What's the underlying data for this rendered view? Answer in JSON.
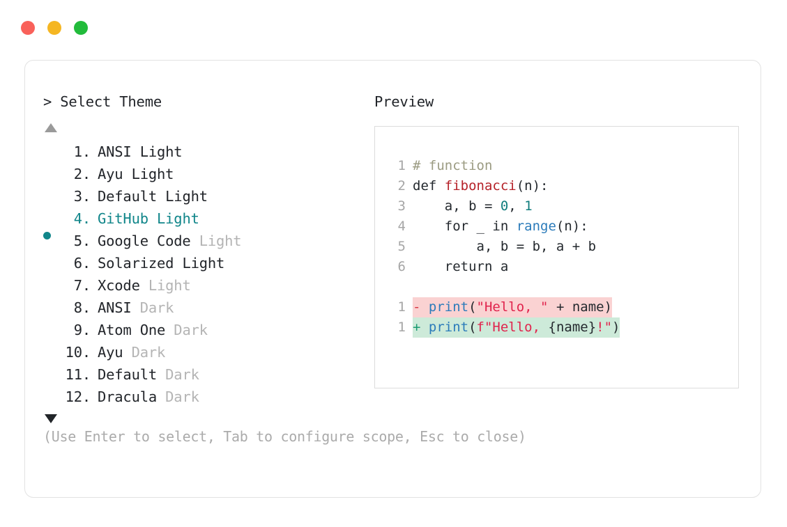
{
  "window": {
    "traffic_lights": [
      {
        "name": "close",
        "color": "#F9615A"
      },
      {
        "name": "minimize",
        "color": "#F5B622"
      },
      {
        "name": "maximize",
        "color": "#22BB3B"
      }
    ]
  },
  "left_panel": {
    "header": "> Select Theme",
    "scroll_up_icon": "triangle-up-icon",
    "scroll_down_icon": "triangle-down-icon",
    "selected_index": 4,
    "selected_color": "#11868A",
    "items": [
      {
        "num": "1.",
        "name": "ANSI",
        "variant": "Light",
        "variant_dim": false,
        "selected": false
      },
      {
        "num": "2.",
        "name": "Ayu",
        "variant": "Light",
        "variant_dim": false,
        "selected": false
      },
      {
        "num": "3.",
        "name": "Default",
        "variant": "Light",
        "variant_dim": false,
        "selected": false
      },
      {
        "num": "4.",
        "name": "GitHub",
        "variant": "Light",
        "variant_dim": false,
        "selected": true
      },
      {
        "num": "5.",
        "name": "Google Code",
        "variant": "Light",
        "variant_dim": true,
        "selected": false
      },
      {
        "num": "6.",
        "name": "Solarized",
        "variant": "Light",
        "variant_dim": false,
        "selected": false
      },
      {
        "num": "7.",
        "name": "Xcode",
        "variant": "Light",
        "variant_dim": true,
        "selected": false
      },
      {
        "num": "8.",
        "name": "ANSI",
        "variant": "Dark",
        "variant_dim": true,
        "selected": false
      },
      {
        "num": "9.",
        "name": "Atom One",
        "variant": "Dark",
        "variant_dim": true,
        "selected": false
      },
      {
        "num": "10.",
        "name": "Ayu",
        "variant": "Dark",
        "variant_dim": true,
        "selected": false
      },
      {
        "num": "11.",
        "name": "Default",
        "variant": "Dark",
        "variant_dim": true,
        "selected": false
      },
      {
        "num": "12.",
        "name": "Dracula",
        "variant": "Dark",
        "variant_dim": true,
        "selected": false
      }
    ]
  },
  "right_panel": {
    "header": "Preview",
    "code_lines": [
      {
        "ln": "1",
        "highlight": "none",
        "tokens": [
          {
            "t": "# function",
            "c": "t-comment"
          }
        ]
      },
      {
        "ln": "2",
        "highlight": "none",
        "tokens": [
          {
            "t": "def ",
            "c": "t-kw"
          },
          {
            "t": "fibonacci",
            "c": "t-fn"
          },
          {
            "t": "(n):",
            "c": "t-plain"
          }
        ]
      },
      {
        "ln": "3",
        "highlight": "none",
        "tokens": [
          {
            "t": "    a, b = ",
            "c": "t-plain"
          },
          {
            "t": "0",
            "c": "t-num"
          },
          {
            "t": ", ",
            "c": "t-plain"
          },
          {
            "t": "1",
            "c": "t-num"
          }
        ]
      },
      {
        "ln": "4",
        "highlight": "none",
        "tokens": [
          {
            "t": "    for _ in ",
            "c": "t-plain"
          },
          {
            "t": "range",
            "c": "t-builtin"
          },
          {
            "t": "(n):",
            "c": "t-plain"
          }
        ]
      },
      {
        "ln": "5",
        "highlight": "none",
        "tokens": [
          {
            "t": "        a, b = b, a + b",
            "c": "t-plain"
          }
        ]
      },
      {
        "ln": "6",
        "highlight": "none",
        "tokens": [
          {
            "t": "    return a",
            "c": "t-plain"
          }
        ]
      },
      {
        "ln": "",
        "highlight": "none",
        "tokens": []
      },
      {
        "ln": "1",
        "highlight": "del",
        "tokens": [
          {
            "t": "- ",
            "c": "t-del"
          },
          {
            "t": "print",
            "c": "t-builtin"
          },
          {
            "t": "(",
            "c": "t-plain"
          },
          {
            "t": "\"Hello, \"",
            "c": "t-str"
          },
          {
            "t": " + name)",
            "c": "t-plain"
          }
        ]
      },
      {
        "ln": "1",
        "highlight": "add",
        "tokens": [
          {
            "t": "+ ",
            "c": "t-add"
          },
          {
            "t": "print",
            "c": "t-builtin"
          },
          {
            "t": "(",
            "c": "t-plain"
          },
          {
            "t": "f\"Hello, ",
            "c": "t-str"
          },
          {
            "t": "{name}",
            "c": "t-plain"
          },
          {
            "t": "!\"",
            "c": "t-str"
          },
          {
            "t": ")",
            "c": "t-plain"
          }
        ]
      }
    ],
    "diff_del_bg": "#FAD2D2",
    "diff_add_bg": "#CDEAD9"
  },
  "footer": {
    "hint": "(Use Enter to select, Tab to configure scope, Esc to close)"
  }
}
